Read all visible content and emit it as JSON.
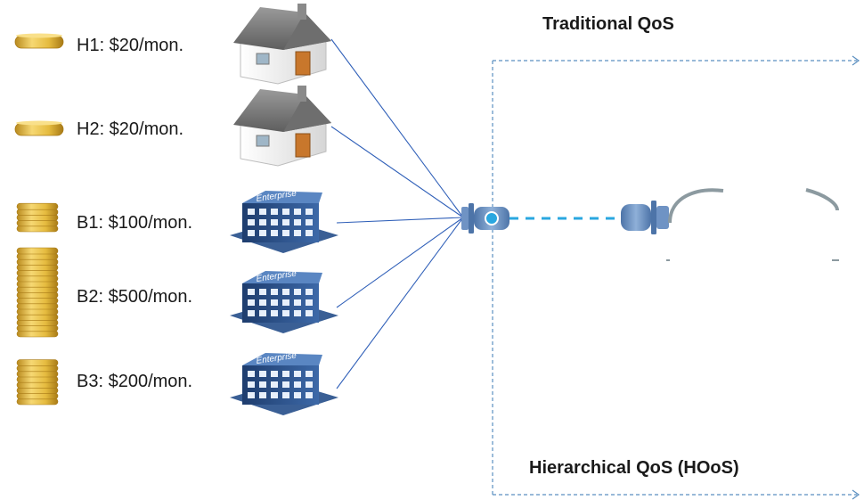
{
  "subscribers": [
    {
      "label": "H1: $20/mon.",
      "type": "house",
      "coins": 1
    },
    {
      "label": "H2: $20/mon.",
      "type": "house",
      "coins": 1
    },
    {
      "label": "B1: $100/mon.",
      "type": "enterprise",
      "coins": 5
    },
    {
      "label": "B2: $500/mon.",
      "type": "enterprise",
      "coins": 16
    },
    {
      "label": "B3: $200/mon.",
      "type": "enterprise",
      "coins": 8
    }
  ],
  "building_text": "Enterprise",
  "titles": {
    "traditional": "Traditional QoS",
    "hierarchical": "Hierarchical QoS (HOoS)"
  },
  "colors": {
    "link": "#2f5fb8",
    "trunk": "#2aa7e0",
    "device": "#6f93c4",
    "box_border": "#5a8fc0",
    "coin": "#e0b93a",
    "roof": "#7c7c7c",
    "building": "#2b4f86"
  }
}
